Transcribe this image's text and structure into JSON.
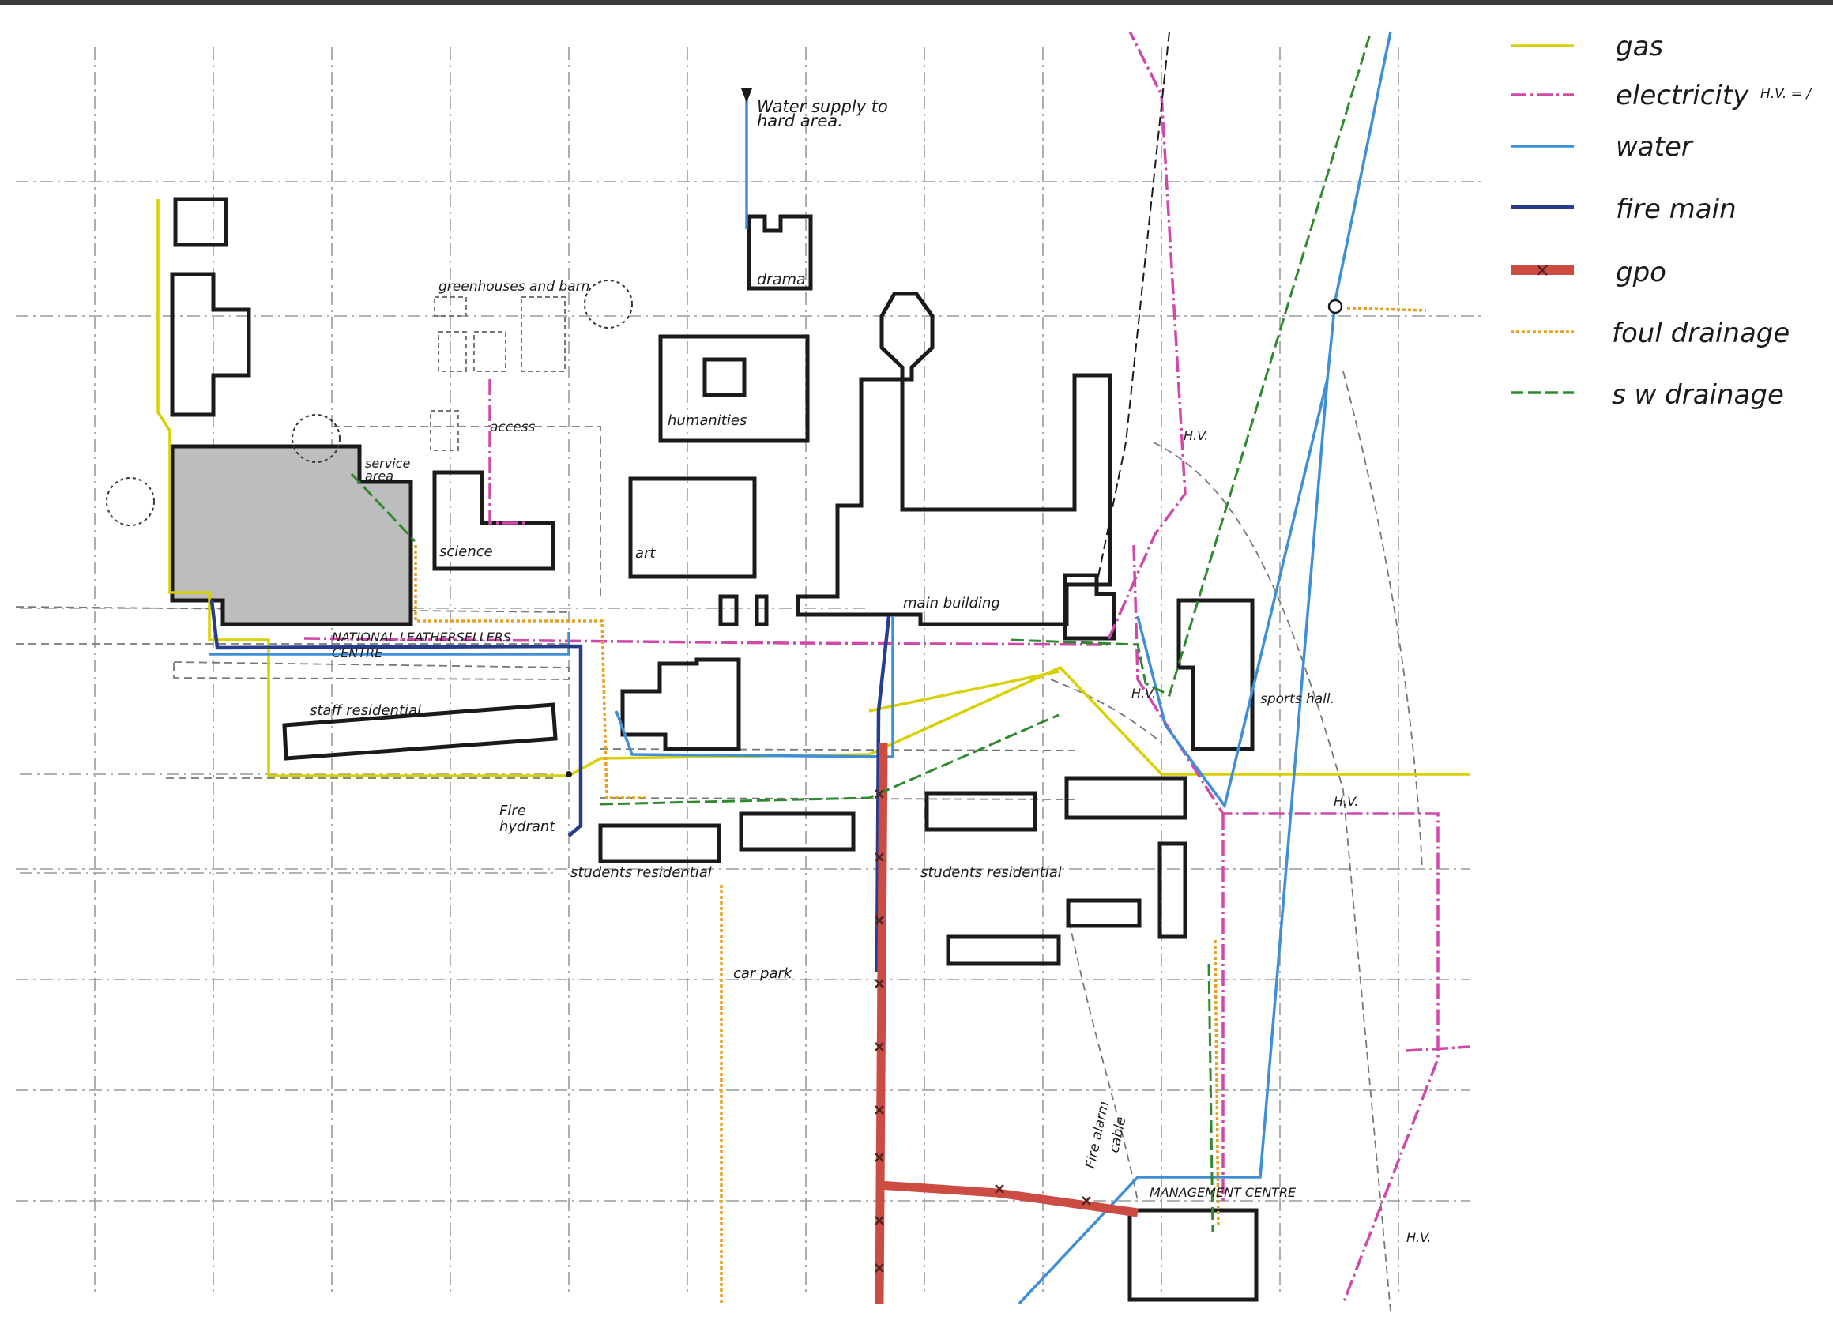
{
  "legend": {
    "gas": "gas",
    "electricity": "electricity",
    "electricity_note": "H.V. = /",
    "water": "water",
    "fire_main": "fire main",
    "gpo": "gpo",
    "foul_drainage": "foul drainage",
    "sw_drainage": "s w drainage"
  },
  "colors": {
    "gas": "#d8d000",
    "electricity": "#d048a8",
    "water": "#3f8fd8",
    "fire_main": "#283c8c",
    "gpo": "#cc4c44",
    "foul_drainage": "#e8a020",
    "sw_drainage": "#2f8a2f"
  },
  "labels": {
    "water_supply_1": "Water supply to",
    "water_supply_2": "hard area.",
    "drama": "drama",
    "greenhouses": "greenhouses and barn",
    "access": "access",
    "humanities": "humanities",
    "service_1": "service",
    "service_2": "area",
    "science": "science",
    "art": "art",
    "main_building": "main building",
    "nlc_1": "NATIONAL LEATHERSELLERS",
    "nlc_2": "CENTRE",
    "staff_residential": "staff residential",
    "hv_1": "H.V.",
    "hv_2": "H.V.",
    "hv_3": "H.V.",
    "hv_4": "H.V.",
    "sports_hall": "sports hall.",
    "fire_1": "Fire",
    "fire_2": "hydrant",
    "students_residential_1": "students residential",
    "students_residential_2": "students residential",
    "car_park": "car park",
    "management_centre": "MANAGEMENT CENTRE",
    "fire_alarm_1": "Fire alarm",
    "fire_alarm_2": "cable"
  }
}
